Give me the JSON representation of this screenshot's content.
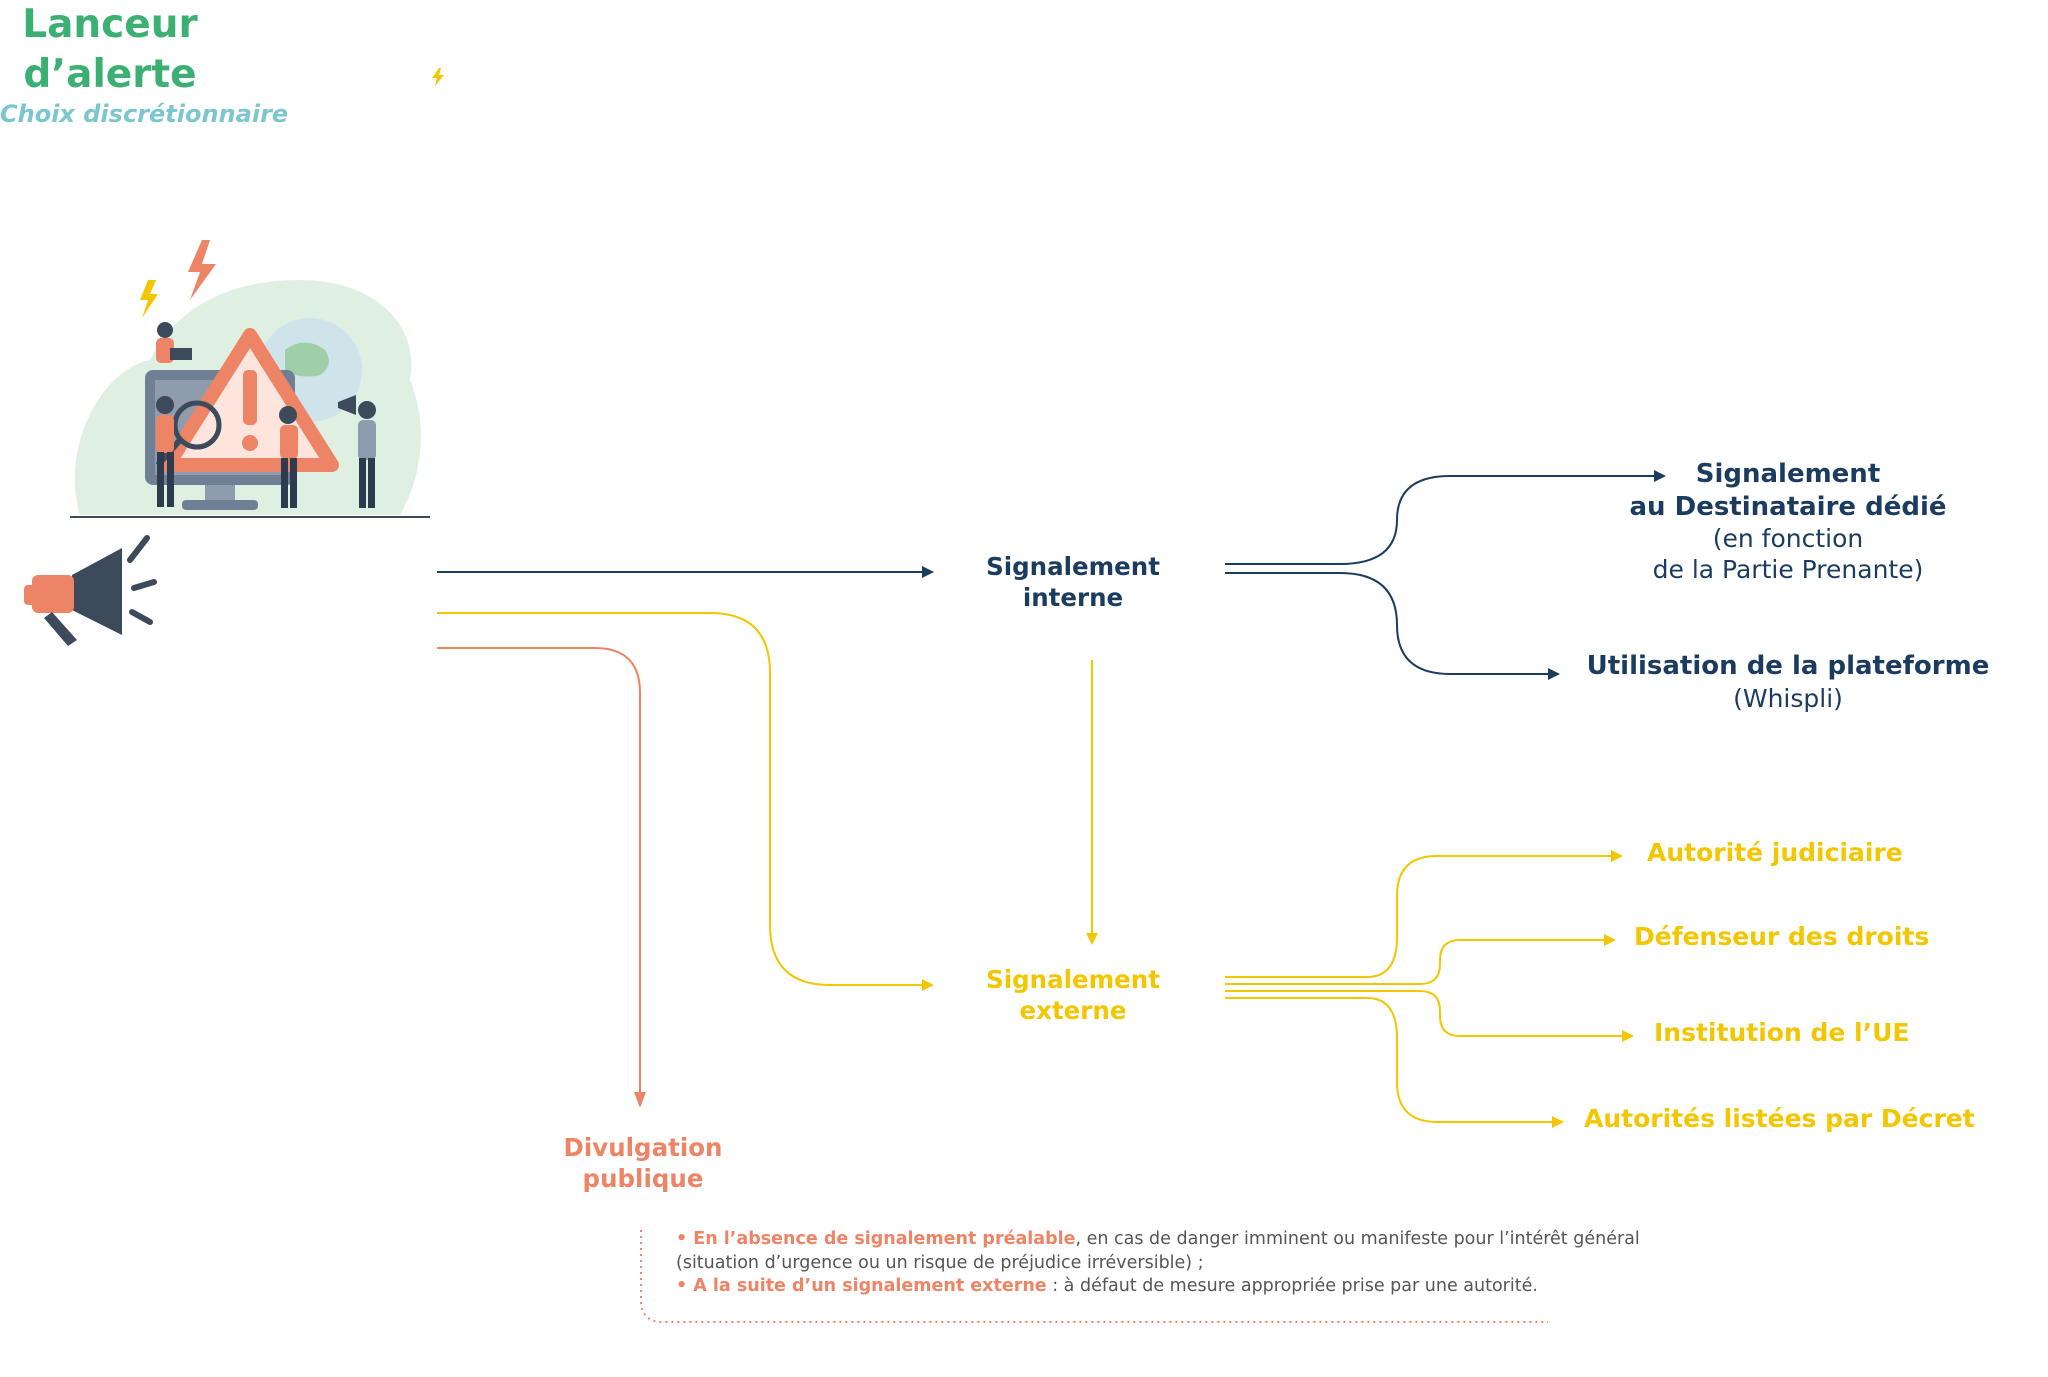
{
  "source": {
    "label_line1": "Lanceur",
    "label_line2": "d’alerte"
  },
  "edge_label": "Choix discrétionnaire",
  "nodes": {
    "internal": {
      "line1": "Signalement",
      "line2": "interne"
    },
    "external": {
      "line1": "Signalement",
      "line2": "externe"
    },
    "public": {
      "line1": "Divulgation",
      "line2": "publique"
    }
  },
  "internal_targets": {
    "dedicated": {
      "line1": "Signalement",
      "line2": "au Destinataire dédié",
      "line3": "(en fonction",
      "line4": "de la Partie Prenante)"
    },
    "platform": {
      "line1": "Utilisation de la plateforme",
      "line2": "(Whispli)"
    }
  },
  "external_targets": [
    "Autorité judiciaire",
    "Défenseur des droits",
    "Institution de l’UE",
    "Autorités listées par Décret"
  ],
  "public_conditions": {
    "c1_highlight": "En l’absence de signalement préalable",
    "c1_text": ", en cas de danger imminent ou manifeste pour l’intérêt général",
    "c1_text2": "(situation d’urgence ou un risque de préjudice irréversible) ;",
    "c2_highlight": "A la suite d’un signalement externe",
    "c2_text": " : à défaut de mesure appropriée prise par une autorité."
  },
  "colors": {
    "green": "#3cb072",
    "navy": "#1b3c5f",
    "yellow": "#f2c600",
    "salmon": "#ee8466",
    "teal": "#7cc6cf"
  },
  "icons": [
    "alert-illustration-icon",
    "megaphone-icon",
    "lightning-icon"
  ]
}
